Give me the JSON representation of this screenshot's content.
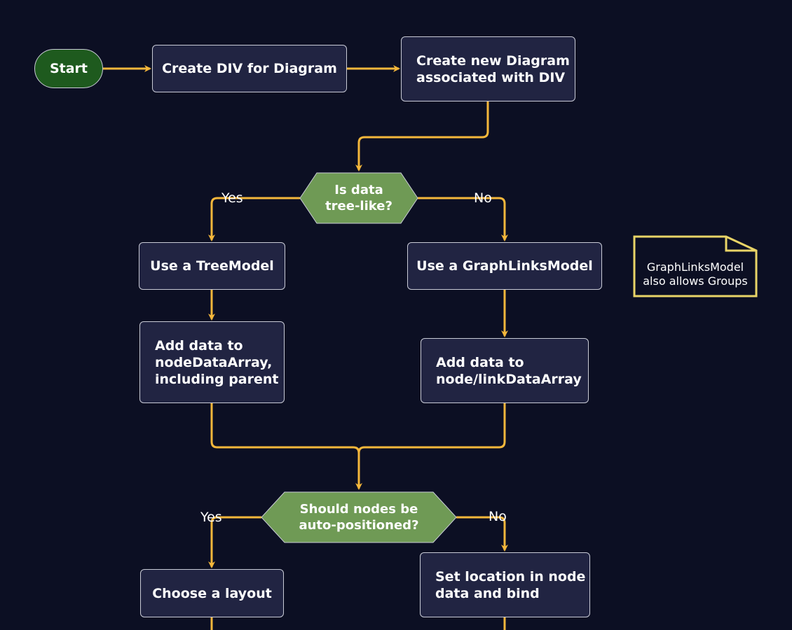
{
  "nodes": {
    "start": "Start",
    "create_div": "Create DIV for Diagram",
    "create_diagram": [
      "Create new Diagram",
      "associated with DIV"
    ],
    "is_tree": [
      "Is data",
      "tree-like?"
    ],
    "tree_model": "Use a TreeModel",
    "graph_model": "Use a GraphLinksModel",
    "add_tree_data": [
      "Add data to",
      "nodeDataArray,",
      "including parent"
    ],
    "add_graph_data": [
      "Add data to",
      "node/linkDataArray"
    ],
    "auto_positioned": [
      "Should nodes be",
      "auto-positioned?"
    ],
    "choose_layout": "Choose a layout",
    "set_location": [
      "Set location in node",
      "data and bind"
    ]
  },
  "note": [
    "GraphLinksModel",
    "also allows Groups"
  ],
  "branch_labels": {
    "tree_yes": "Yes",
    "tree_no": "No",
    "auto_yes": "Yes",
    "auto_no": "No"
  },
  "colors": {
    "background": "#0c0f23",
    "box_fill": "#212442",
    "box_border": "#c9cbd6",
    "start_fill": "#1e5a1e",
    "decision_fill": "#6f9a55",
    "link": "#f5b73b",
    "note_border": "#e9d467"
  }
}
